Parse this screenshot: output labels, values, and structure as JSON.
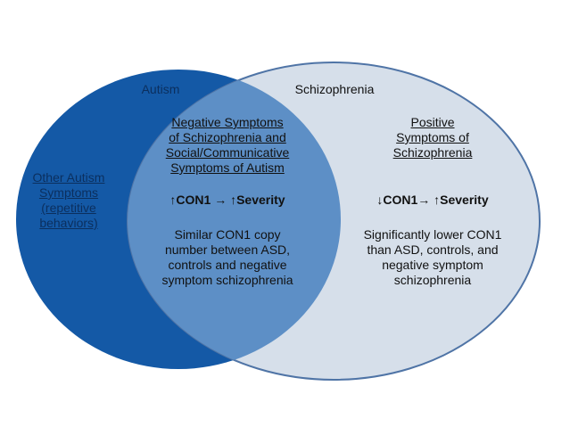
{
  "sets": {
    "autism": {
      "label": "Autism",
      "color": "#1459a6"
    },
    "schizophrenia": {
      "label": "Schizophrenia",
      "color": "#d6dfea",
      "stroke": "#4f74a6"
    },
    "overlap_color": "#5d8fc6"
  },
  "regions": {
    "autism_only": {
      "heading": [
        "Other Autism",
        "Symptoms",
        "(repetitive",
        "behaviors)"
      ]
    },
    "overlap": {
      "heading": [
        "Negative Symptoms",
        "of Schizophrenia and",
        "Social/Communicative",
        "Symptoms of Autism"
      ],
      "relation": "↑CON1 → ↑Severity",
      "note": [
        "Similar CON1 copy",
        "number between ASD,",
        "controls and negative",
        "symptom schizophrenia"
      ]
    },
    "schizophrenia_only": {
      "heading": [
        "Positive",
        "Symptoms of",
        "Schizophrenia"
      ],
      "relation": "↓CON1→ ↑Severity",
      "note": [
        "Significantly lower CON1",
        "than ASD, controls, and",
        "negative symptom",
        "schizophrenia"
      ]
    }
  }
}
